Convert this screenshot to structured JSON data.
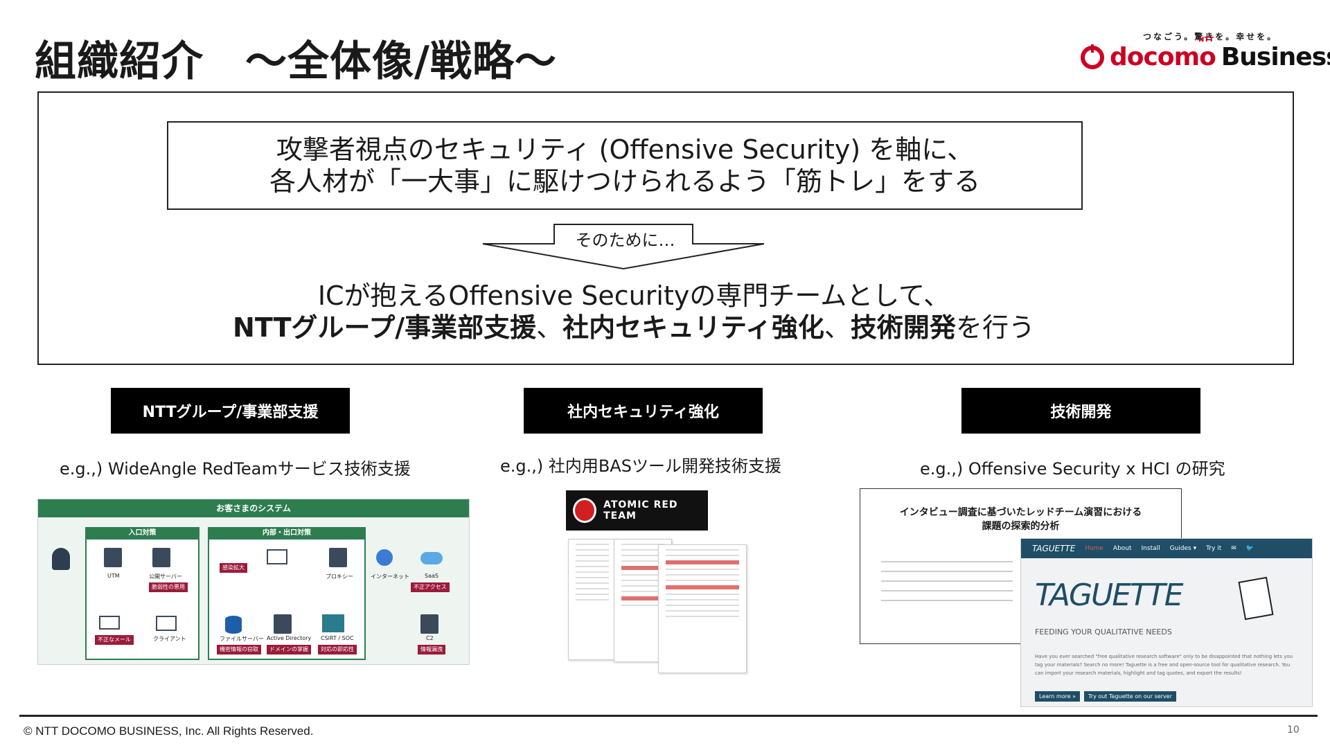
{
  "title": {
    "part1": "組織紹介",
    "part2": "〜全体像/戦略〜"
  },
  "brand": {
    "tagline": "つなごう。驚きを。幸せを。",
    "logo_small": "NTT",
    "logo_docomo": "docomo",
    "logo_business": "Business"
  },
  "mission": {
    "line1": "攻撃者視点のセキュリティ (Offensive Security) を軸に、",
    "line2": "各人材が「一大事」に駆けつけられるよう「筋トレ」をする"
  },
  "arrow_label": "そのために…",
  "statement": {
    "line1": "ICが抱えるOffensive Securityの専門チームとして、",
    "b1": "NTTグループ/事業部支援",
    "sep1": "、",
    "b2": "社内セキュリティ強化",
    "sep2": "、",
    "b3": "技術開発",
    "tail": "を行う"
  },
  "pillars": [
    {
      "label": "NTTグループ/事業部支援",
      "example": "e.g.,) WideAngle RedTeamサービス技術支援"
    },
    {
      "label": "社内セキュリティ強化",
      "example": "e.g.,) 社内用BASツール開発技術支援"
    },
    {
      "label": "技術開発",
      "example": "e.g.,) Offensive Security x HCI の研究"
    }
  ],
  "thumb1": {
    "header": "お客さまのシステム",
    "box1": "入口対策",
    "box2": "内部・出口対策",
    "labels": [
      "UTM",
      "公開サーバー",
      "プロキシー",
      "インターネット",
      "SaaS",
      "クライアント",
      "ファイルサーバー",
      "Active Directory",
      "CSIRT / SOC",
      "C2"
    ],
    "red": [
      "脆弱性の悪用",
      "感染拡大",
      "不正アクセス",
      "不正なメール",
      "機密情報の窃取",
      "ドメインの掌握",
      "対応の即応性",
      "情報漏洩"
    ]
  },
  "thumb2": {
    "badge": "ATOMIC RED TEAM"
  },
  "thumb3": {
    "paper_title_1": "インタビュー調査に基づいたレッドチーム演習における",
    "paper_title_2": "課題の探索的分析",
    "nav": [
      "TAGUETTE",
      "Home",
      "About",
      "Install",
      "Guides ▾",
      "Try it",
      "✉",
      "🐦"
    ],
    "big": "TAGUETTE",
    "sub": "FEEDING YOUR QUALITATIVE NEEDS",
    "desc": "Have you ever searched \"free qualitative research software\" only to be disappointed that nothing lets you tag your materials? Search no more! Taguette is a free and open-source tool for qualitative research. You can import your research materials, highlight and tag quotes, and export the results!",
    "btn1": "Learn more »",
    "btn2": "Try out Taguette on our server"
  },
  "footer": {
    "copyright": "© NTT DOCOMO BUSINESS, Inc. All Rights Reserved.",
    "page": "10"
  }
}
